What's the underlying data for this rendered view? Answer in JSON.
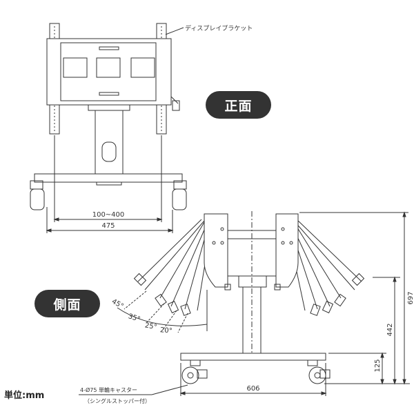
{
  "labels": {
    "display_bracket": "ディスプレイブラケット",
    "front_view": "正面",
    "side_view": "側面",
    "unit": "単位:mm",
    "caster_spec": "4-Ø75  単輪キャスター",
    "caster_note": "（シングルストッパー付）"
  },
  "dimensions": {
    "bracket_pitch": "100~400",
    "front_width": "475",
    "overall_height": "697",
    "pole_height": "442",
    "base_height": "125",
    "side_width": "606"
  },
  "tilt_angles": [
    "45°",
    "35°",
    "25°",
    "20°"
  ],
  "colors": {
    "line": "#333333",
    "pill_bg": "#333333",
    "pill_text": "#ffffff"
  }
}
